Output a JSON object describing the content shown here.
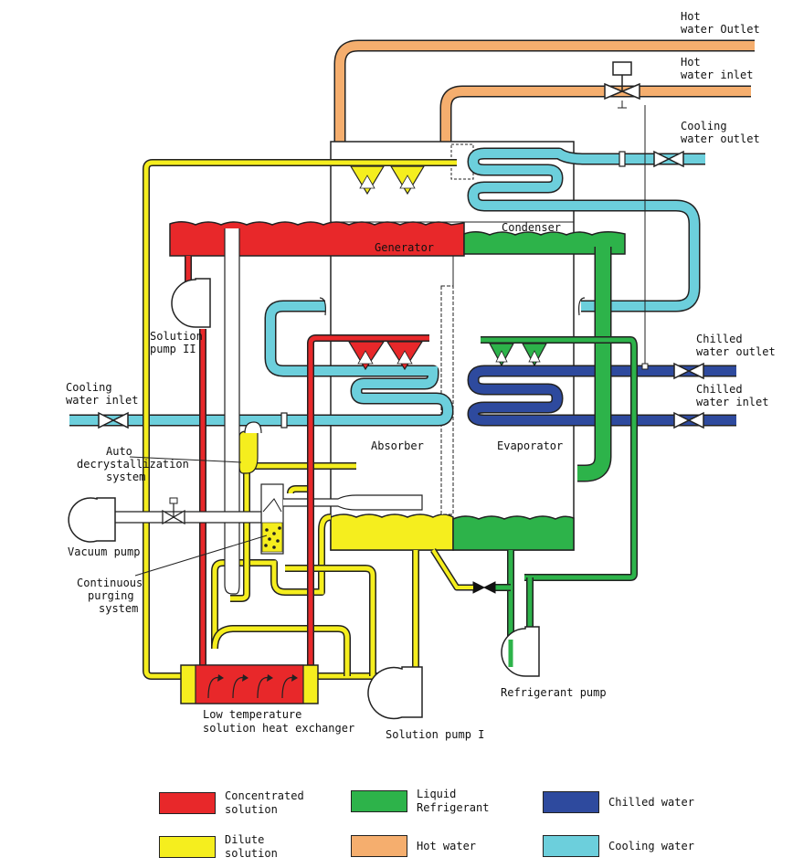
{
  "labels": {
    "hot_water_outlet": [
      "Hot",
      "water Outlet"
    ],
    "hot_water_inlet": [
      "Hot",
      "water inlet"
    ],
    "cooling_water_outlet": [
      "Cooling",
      "water outlet"
    ],
    "condenser": "Condenser",
    "generator": "Generator",
    "solution_pump_2": [
      "Solution",
      "pump II"
    ],
    "chilled_water_outlet": [
      "Chilled",
      "water outlet"
    ],
    "chilled_water_inlet": [
      "Chilled",
      "water inlet"
    ],
    "cooling_water_inlet": [
      "Cooling",
      "water inlet"
    ],
    "absorber": "Absorber",
    "evaporator": "Evaporator",
    "auto_decrystallization": [
      "Auto",
      "decrystallization",
      "system"
    ],
    "vacuum_pump": "Vacuum pump",
    "continuous_purging": [
      "Continuous",
      "purging",
      "system"
    ],
    "refrigerant_pump": "Refrigerant pump",
    "low_temp_hx": [
      "Low temperature",
      "solution heat exchanger"
    ],
    "solution_pump_1": "Solution pump I"
  },
  "legend": [
    {
      "label": "Concentrated\nsolution",
      "color": "#e8282a"
    },
    {
      "label": "Liquid\nRefrigerant",
      "color": "#2db34a"
    },
    {
      "label": "Chilled water",
      "color": "#2e4a9e"
    },
    {
      "label": "Dilute\nsolution",
      "color": "#f5ee1e"
    },
    {
      "label": "Hot water",
      "color": "#f5ae6e"
    },
    {
      "label": "Cooling water",
      "color": "#6ccfdc"
    }
  ],
  "colors": {
    "concentrated": "#e8282a",
    "refrigerant": "#2db34a",
    "chilled": "#2e4a9e",
    "dilute": "#f5ee1e",
    "hot": "#f5ae6e",
    "cooling": "#6ccfdc"
  }
}
